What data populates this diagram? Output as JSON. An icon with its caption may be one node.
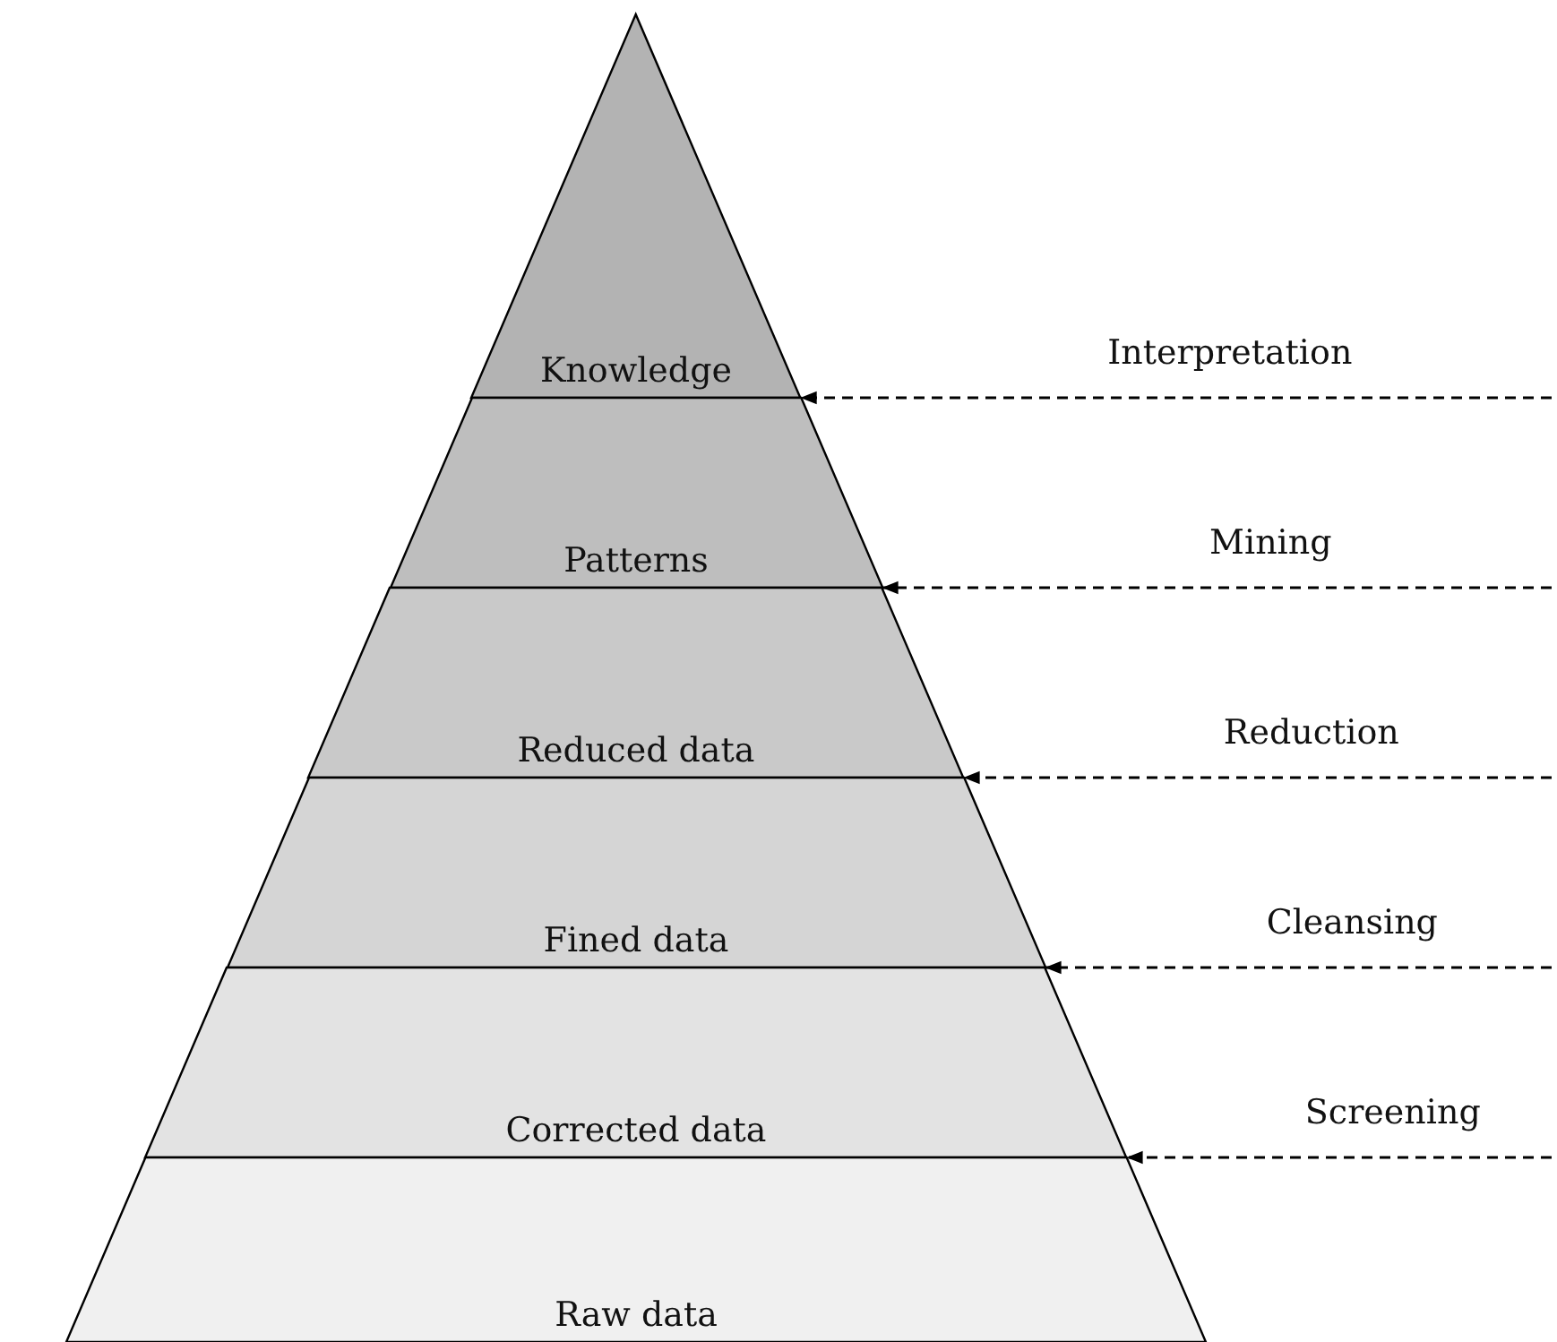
{
  "diagram": {
    "nodes": [
      {
        "text": [
          "Knowledge"
        ]
      },
      {
        "text": [
          "Patterns"
        ]
      },
      {
        "text": [
          "Reduced data"
        ]
      },
      {
        "text": [
          "Fined data"
        ]
      },
      {
        "text": [
          "Corrected data"
        ]
      },
      {
        "text": [
          "Raw data"
        ]
      }
    ],
    "edges": [
      {
        "from": null,
        "to": 0,
        "arrow": "to",
        "style": "dashed",
        "label": "Interpretation"
      },
      {
        "from": null,
        "to": 1,
        "arrow": "to",
        "style": "dashed",
        "label": "Mining"
      },
      {
        "from": null,
        "to": 2,
        "arrow": "to",
        "style": "dashed",
        "label": "Reduction"
      },
      {
        "from": null,
        "to": 3,
        "arrow": "to",
        "style": "dashed",
        "label": "Cleansing"
      },
      {
        "from": null,
        "to": 4,
        "arrow": "to",
        "style": "dashed",
        "label": "Screening"
      }
    ]
  }
}
